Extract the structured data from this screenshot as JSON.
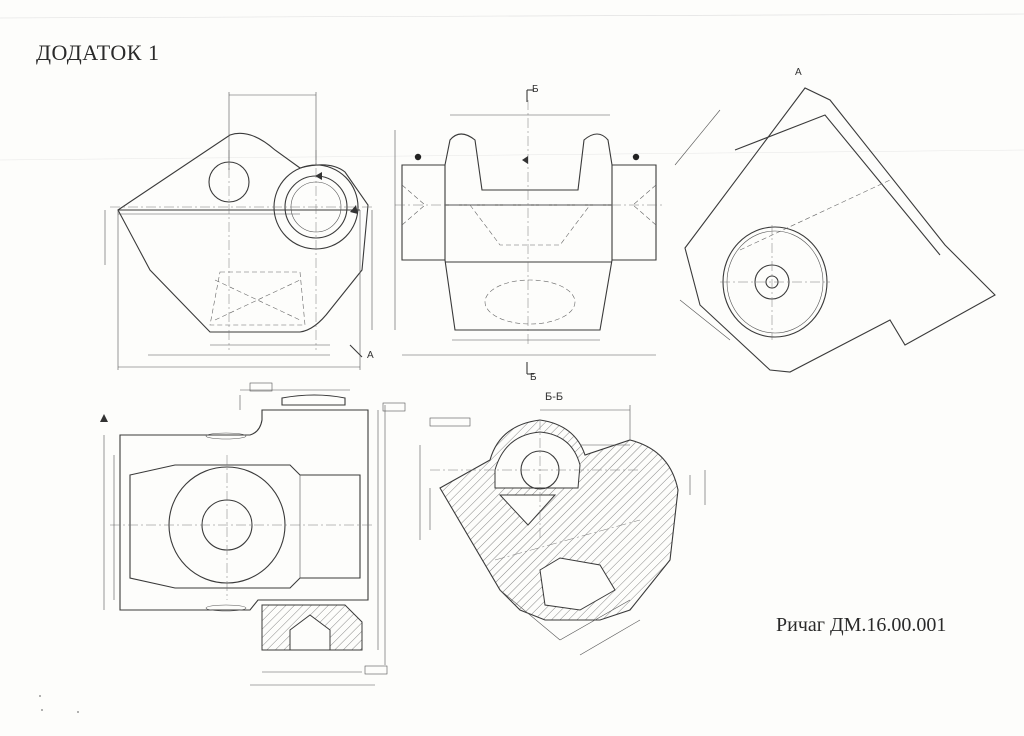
{
  "sheet": {
    "title": "ДОДАТОК 1",
    "part_caption": "Ричаг ДМ.16.00.001"
  },
  "view_labels": {
    "arrow_a": "А",
    "iso_a": "А",
    "section_mark_top": "Б",
    "section_mark_bottom": "Б",
    "section_title": "Б-Б"
  },
  "colors": {
    "paper": "#fdfdfb",
    "ink": "#3a3a3a",
    "hatch": "#555555"
  }
}
